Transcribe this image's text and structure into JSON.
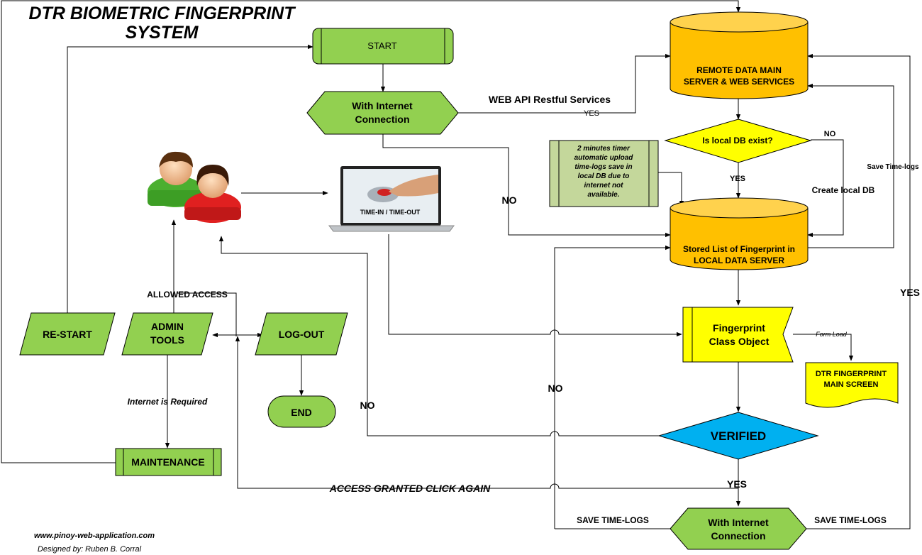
{
  "title": {
    "line1": "DTR BIOMETRIC FINGERPRINT",
    "line2": "SYSTEM"
  },
  "nodes": {
    "start": "START",
    "internet_check_top": {
      "line1": "With Internet",
      "line2": "Connection"
    },
    "remote_server": {
      "line1": "REMOTE DATA MAIN",
      "line2": "SERVER & WEB SERVICES"
    },
    "local_db_check": "Is local DB exist?",
    "timer_note": [
      "2 minutes timer",
      "automatic upload",
      "time-logs save in",
      "local DB due to",
      "internet not",
      "available."
    ],
    "local_server": {
      "line1": "Stored List of Fingerprint in",
      "line2": "LOCAL DATA SERVER"
    },
    "time_in_out": "TIME-IN / TIME-OUT",
    "fingerprint_class": {
      "line1": "Fingerprint",
      "line2": "Class Object"
    },
    "main_screen": {
      "line1": "DTR FINGERPRINT",
      "line2": "MAIN SCREEN"
    },
    "verified": "VERIFIED",
    "internet_check_bottom": {
      "line1": "With Internet",
      "line2": "Connection"
    },
    "restart": "RE-START",
    "admin_tools": {
      "line1": "ADMIN",
      "line2": "TOOLS"
    },
    "logout": "LOG-OUT",
    "end": "END",
    "maintenance": "MAINTENANCE"
  },
  "edge_labels": {
    "web_api": "WEB API Restful Services",
    "yes_web": "YES",
    "no_internet_top": "NO",
    "no_local_db": "NO",
    "yes_local_db": "YES",
    "create_local_db": "Create local DB",
    "save_time_logs_right": "Save Time-logs",
    "yes_right": "YES",
    "form_load": "Form Load",
    "allowed_access": "ALLOWED ACCESS",
    "internet_required": "Internet is Required",
    "no_verified": "NO",
    "no_bottom": "NO",
    "access_granted": "ACCESS GRANTED CLICK AGAIN",
    "yes_verified": "YES",
    "save_time_logs_left": "SAVE TIME-LOGS",
    "save_time_logs_right2": "SAVE TIME-LOGS"
  },
  "footer": {
    "website": "www.pinoy-web-application.com",
    "designer": "Designed by: Ruben B. Corral"
  },
  "colors": {
    "green": "#92d050",
    "orange": "#ffc000",
    "yellow": "#ffff00",
    "blue": "#00b0f0",
    "note": "#c4d79b"
  }
}
